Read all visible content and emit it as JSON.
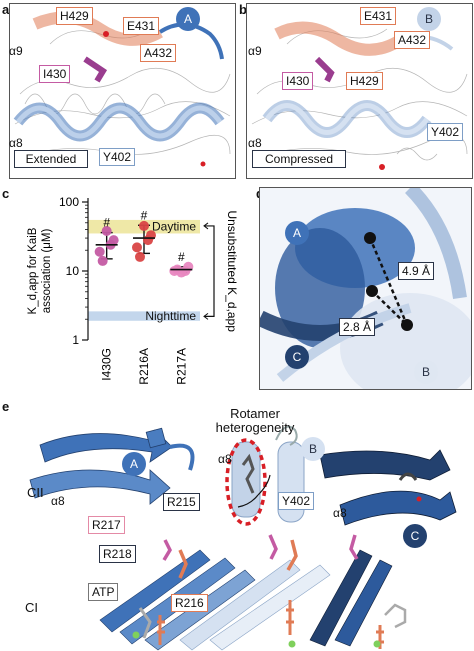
{
  "panel_a": {
    "letter": "a",
    "chain": "A",
    "helix_top": "α9",
    "helix_bottom": "α8",
    "residues": {
      "h429": "H429",
      "e431": "E431",
      "a432": "A432",
      "i430": "I430",
      "y402": "Y402"
    },
    "state": "Extended"
  },
  "panel_b": {
    "letter": "b",
    "chain": "B",
    "helix_top": "α9",
    "helix_bottom": "α8",
    "residues": {
      "e431": "E431",
      "a432": "A432",
      "i430": "I430",
      "h429": "H429",
      "y402": "Y402"
    },
    "state": "Compressed"
  },
  "panel_c": {
    "letter": "c"
  },
  "chart_data": {
    "type": "scatter",
    "scale": "log",
    "ylim": [
      1,
      100
    ],
    "yticks": [
      "1",
      "10",
      "100"
    ],
    "ylabel": "K_d,app for KaiB association (μM)",
    "categories": [
      "I430G",
      "R216A",
      "R217A"
    ],
    "points": [
      [
        19,
        28,
        38,
        14,
        24
      ],
      [
        22,
        33,
        45,
        16,
        28
      ],
      [
        10,
        11.5,
        9.5,
        10.5,
        10
      ]
    ],
    "means": [
      24,
      30,
      10.5
    ],
    "errors": [
      [
        15,
        36
      ],
      [
        18,
        46
      ],
      [
        9.5,
        11.5
      ]
    ],
    "annotations": [
      "#",
      "#",
      "#"
    ],
    "bands": [
      {
        "label": "Daytime",
        "range": [
          35,
          55
        ],
        "color": "#efe8a7"
      },
      {
        "label": "Nighttime",
        "range": [
          1.9,
          2.6
        ],
        "color": "#c3d6ec"
      }
    ],
    "side_label": "Unsubstituted K_d,app",
    "colors": [
      "#c45ba3",
      "#d94545",
      "#e887c0"
    ]
  },
  "panel_d": {
    "letter": "d",
    "chains": [
      "A",
      "C",
      "B"
    ],
    "distances": [
      "4.9 Å",
      "2.8 Å"
    ]
  },
  "panel_e": {
    "letter": "e",
    "title_line1": "Rotamer",
    "title_line2": "heterogeneity",
    "chains": {
      "a": "A",
      "b": "B",
      "c": "C"
    },
    "helix_labels": {
      "alpha8_left": "α8",
      "alpha8_mid": "α8",
      "alpha8_right": "α8"
    },
    "domains": {
      "cii": "CII",
      "ci": "CI"
    },
    "residues": {
      "r215": "R215",
      "r217": "R217",
      "r218": "R218",
      "atp": "ATP",
      "r216": "R216",
      "y402": "Y402"
    }
  },
  "colors": {
    "chain_a": "#3f72b8",
    "chain_b": "#c3d3e8",
    "chain_c": "#23416f",
    "orange": "#e07b55",
    "magenta": "#c45ba3",
    "red_dash": "#d81f26"
  }
}
